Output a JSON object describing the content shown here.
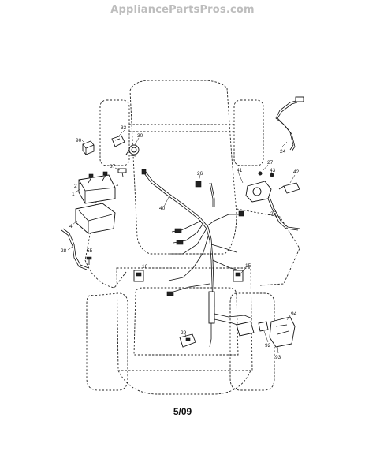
{
  "header": {
    "watermark": "AppliancePartsPros.com"
  },
  "footer": {
    "page_code": "5/09"
  },
  "diagram": {
    "part_labels": [
      "90",
      "33",
      "30",
      "2",
      "37",
      "26",
      "1",
      "40",
      "41",
      "27",
      "43",
      "42",
      "24",
      "25",
      "4",
      "28",
      "55",
      "16",
      "15",
      "29",
      "94",
      "92",
      "93"
    ]
  }
}
